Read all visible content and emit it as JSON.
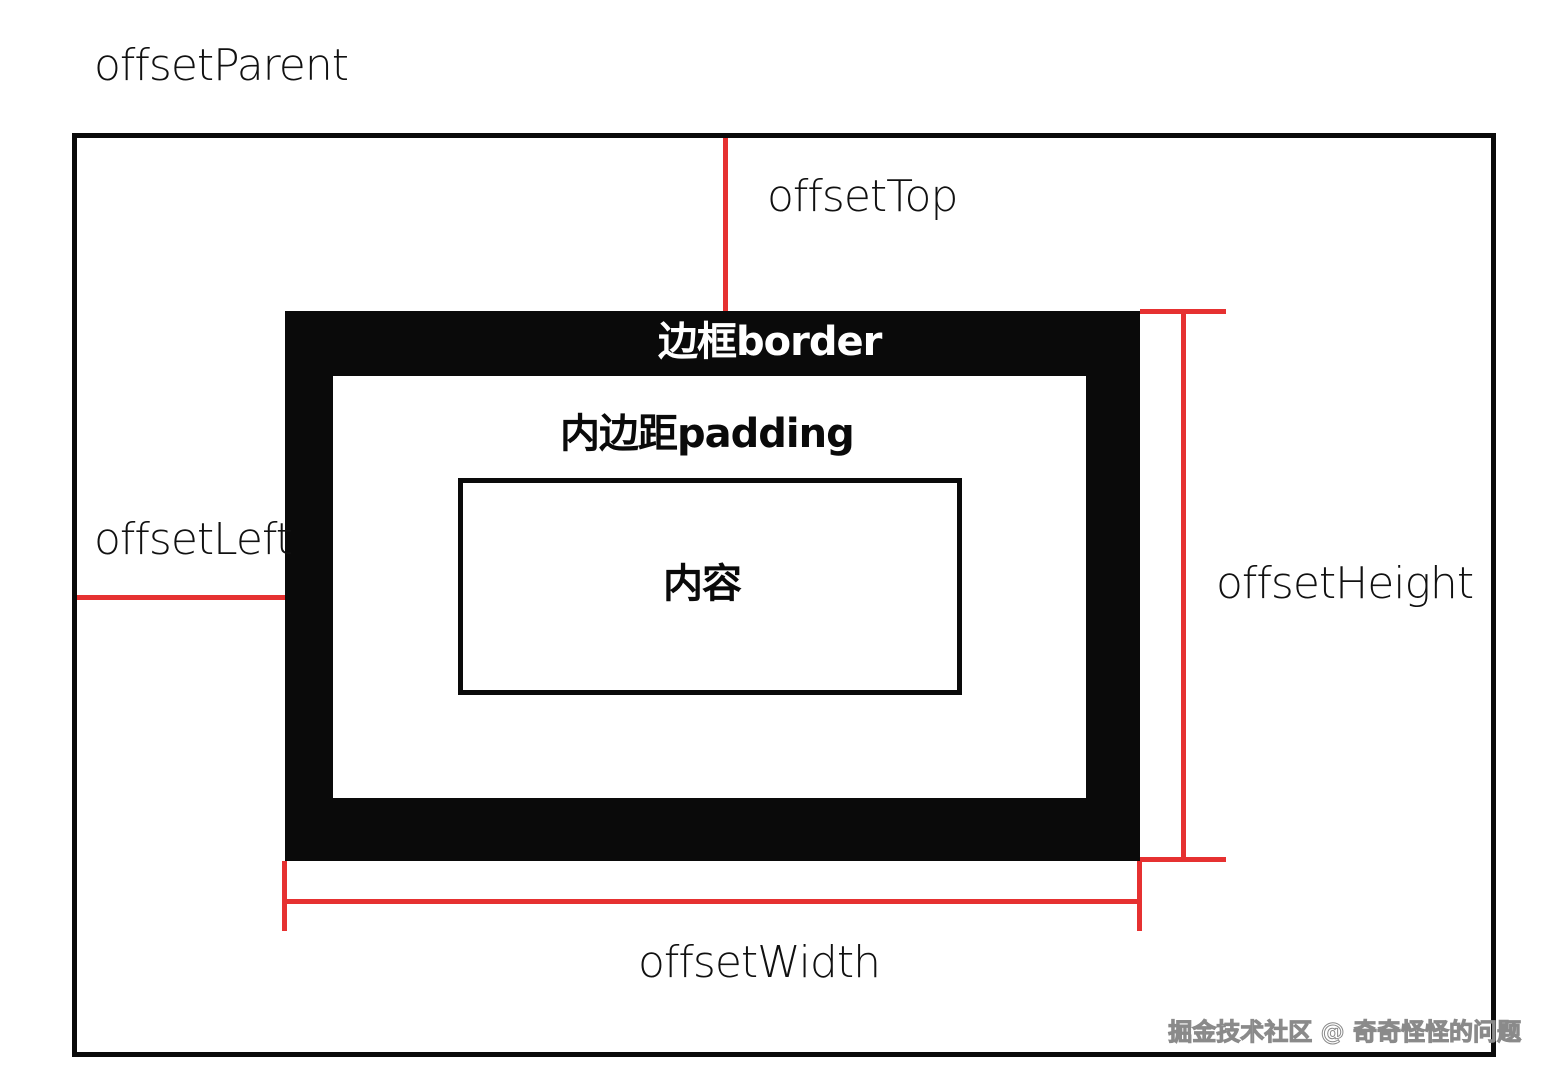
{
  "labels": {
    "offset_parent": "offsetParent",
    "offset_top": "offsetTop",
    "offset_left": "offsetLeft",
    "offset_height": "offsetHeight",
    "offset_width": "offsetWidth",
    "border": "边框border",
    "padding": "内边距padding",
    "content": "内容"
  },
  "watermark": "掘金技术社区 @ 奇奇怪怪的问题",
  "colors": {
    "measure_line": "#e63131",
    "box": "#0a0a0a",
    "background": "#ffffff"
  }
}
